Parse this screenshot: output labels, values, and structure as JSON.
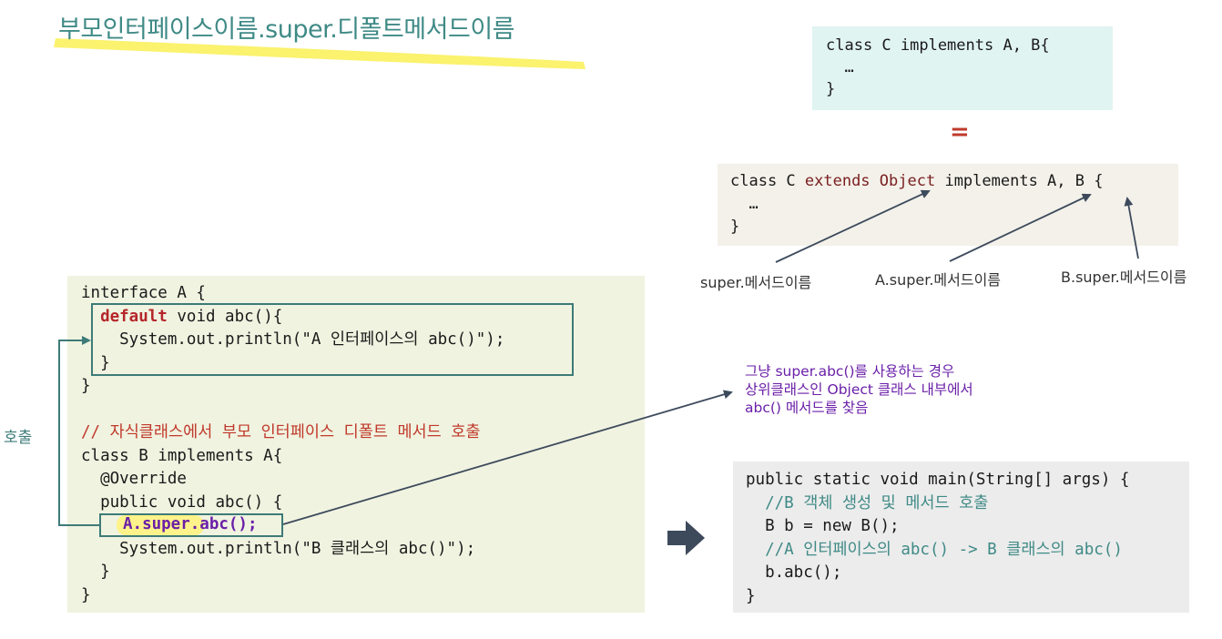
{
  "title": "부모인터페이스이름.super.디폴트메서드이름",
  "class_c_box": {
    "lines": [
      "class C implements A, B{",
      "  …",
      "}"
    ]
  },
  "equals_sign": "=",
  "extends_box": {
    "line1_prefix": "class C ",
    "line1_extends": "extends",
    "line1_object": "Object",
    "line1_suffix": " implements A, B {",
    "line2": "  …",
    "line3": "}"
  },
  "arrow_labels": {
    "super_method": "super.메서드이름",
    "a_super_method": "A.super.메서드이름",
    "b_super_method": "B.super.메서드이름"
  },
  "code_a": {
    "line1": "interface A {",
    "line2_kw": "default",
    "line2_rest": " void abc(){",
    "line3": "    System.out.println(\"A 인터페이스의 abc()\");",
    "line4": "  }",
    "line5": "}",
    "line6": "",
    "line7_comment": "// 자식클래스에서 부모 인터페이스 디폴트 메서드 호출",
    "line8": "class B implements A{",
    "line9": "  @Override",
    "line10": "  public void abc() {",
    "line11_call": "A.super.abc();",
    "line12": "    System.out.println(\"B 클래스의 abc()\");",
    "line13": "  }",
    "line14": "}"
  },
  "call_label": "호출",
  "note": {
    "line1": "그냥 super.abc()를 사용하는 경우",
    "line2": "상위클래스인 Object 클래스 내부에서",
    "line3": "abc() 메서드를 찾음"
  },
  "main_box": {
    "line1": "public static void main(String[] args) {",
    "line2": "  //B 객체 생성 및 메서드 호출",
    "line3": "  B b = new B();",
    "line4": "  //A 인터페이스의 abc() -> B 클래스의 abc()",
    "line5": "  b.abc();",
    "line6": "}"
  },
  "colors": {
    "title": "#3f8a86",
    "highlight": "#fff27a",
    "frame": "#3d7b78",
    "note": "#6a1fa8",
    "keyword": "#b5262a",
    "arrow": "#3d4a5c"
  }
}
